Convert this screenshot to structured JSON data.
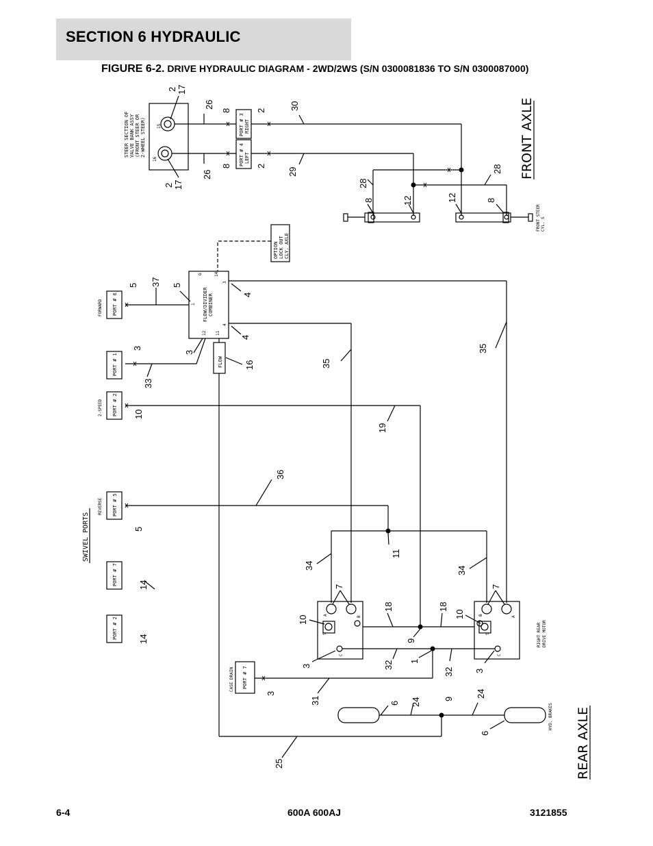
{
  "header": {
    "section": "SECTION 6   HYDRAULIC",
    "figure_lead": "FIGURE 6-2.",
    "figure_title": " DRIVE HYDRAULIC DIAGRAM - 2WD/2WS (S/N 0300081836 TO S/N 0300087000)"
  },
  "footer": {
    "page": "6-4",
    "model": "600A 600AJ",
    "doc_number": "3121855"
  },
  "diagram": {
    "front_axle": "FRONT AXLE",
    "rear_axle": "REAR AXLE",
    "swivel_ports": "SWIVEL PORTS",
    "steer_section": [
      "STEER SECTION OF",
      "VALVE BANK ASSY",
      "(FRONT STEER OR",
      "2-WHEEL STEER)"
    ],
    "port15": "15",
    "port16": "16",
    "port3_right": [
      "PORT # 3",
      "RIGHT"
    ],
    "port4_left": [
      "PORT # 4",
      "LEFT"
    ],
    "option_lockout": [
      "OPTION",
      "LOCK OUT",
      "CLY. AXLE"
    ],
    "front_steer_cyl": [
      "FRONT STEER",
      "CYL. S"
    ],
    "flow_divider": [
      "FLOW/DIVIDER",
      "COMBINER"
    ],
    "fd_ports": {
      "g": "G",
      "p14": "14",
      "p3": "3",
      "p1": "1",
      "p4": "4",
      "p12": "12",
      "p11": "11"
    },
    "flow": "FLOW",
    "forward": "FORWARD",
    "two_speed": "2-SPEED",
    "reverse": "REVERSE",
    "case_drain": "CASE DRAIN",
    "swivel_port6": "PORT # 6",
    "swivel_port1": "PORT # 1",
    "swivel_port2a": "PORT # 2",
    "swivel_port5": "PORT # 5",
    "swivel_port7a": "PORT # 7",
    "swivel_port2b": "PORT # 2",
    "swivel_port7b": "PORT # 7",
    "right_rear_motor": [
      "RIGHT REAR",
      "DRIVE MOTOR"
    ],
    "hyd_brakes": "HYD. BRAKES",
    "motor_letters": {
      "a": "A",
      "b": "B",
      "s": "S",
      "c": "C"
    },
    "callouts": {
      "n2a": "2",
      "n17a": "17",
      "n26a": "26",
      "n8a": "8",
      "n2b": "2",
      "n30": "30",
      "n8b": "8",
      "n2c": "2",
      "n29": "29",
      "n26b": "26",
      "n2d": "2",
      "n17b": "17",
      "n28a": "28",
      "n8c": "8",
      "n12a": "12",
      "n12b": "12",
      "n8d": "8",
      "n28b": "28",
      "n5a": "5",
      "n37": "37",
      "n5b": "5",
      "n4a": "4",
      "n4b": "4",
      "n3a": "3",
      "n3b": "3",
      "n33": "33",
      "n16": "16",
      "n35a": "35",
      "n35b": "35",
      "n10a": "10",
      "n19": "19",
      "n36": "36",
      "n5c": "5",
      "n11": "11",
      "n34a": "34",
      "n34b": "34",
      "n14a": "14",
      "n14b": "14",
      "n7a": "7",
      "n7b": "7",
      "n18a": "18",
      "n18b": "18",
      "n10b": "10",
      "n10c": "10",
      "n9a": "9",
      "n1": "1",
      "n3c": "3",
      "n3d": "3",
      "n32a": "32",
      "n32b": "32",
      "n3e": "3",
      "n31": "31",
      "n6a": "6",
      "n24a": "24",
      "n9b": "9",
      "n24b": "24",
      "n6b": "6",
      "n25": "25"
    }
  }
}
